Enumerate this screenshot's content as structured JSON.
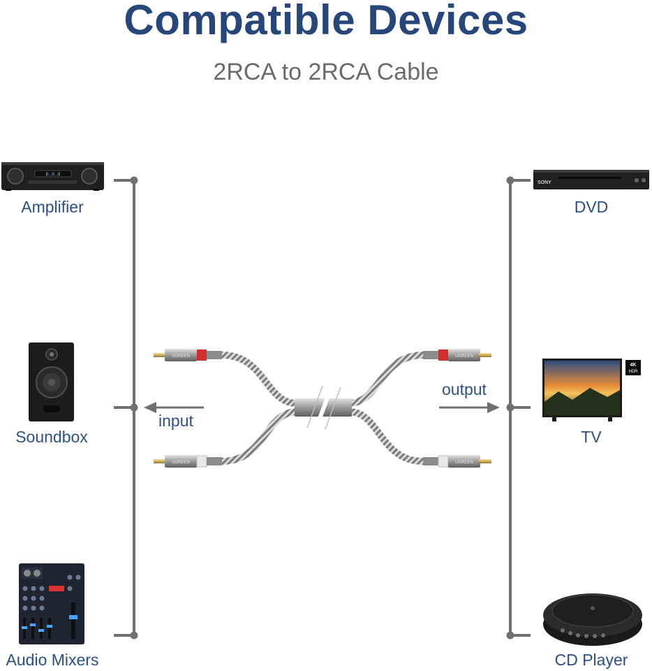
{
  "header": {
    "title": "Compatible Devices",
    "subtitle": "2RCA to 2RCA Cable"
  },
  "input_devices": [
    {
      "label": "Amplifier",
      "icon": "amplifier-icon"
    },
    {
      "label": "Soundbox",
      "icon": "speaker-icon"
    },
    {
      "label": "Audio Mixers",
      "icon": "mixer-icon"
    }
  ],
  "output_devices": [
    {
      "label": "DVD",
      "icon": "dvd-player-icon"
    },
    {
      "label": "TV",
      "icon": "tv-icon"
    },
    {
      "label": "CD Player",
      "icon": "cd-player-icon"
    }
  ],
  "flow": {
    "input_label": "input",
    "output_label": "output"
  },
  "device_text": {
    "amp_display": "0.0.0",
    "tv_badge_top": "4K",
    "tv_badge_bottom": "HDR",
    "dvd_brand": "SONY",
    "plug_brand": "UGREEN"
  },
  "colors": {
    "title": "#27477a",
    "label": "#2c4f86",
    "line": "#707070",
    "plug_red": "#cf2f2f",
    "plug_white": "#e8e8e8"
  }
}
